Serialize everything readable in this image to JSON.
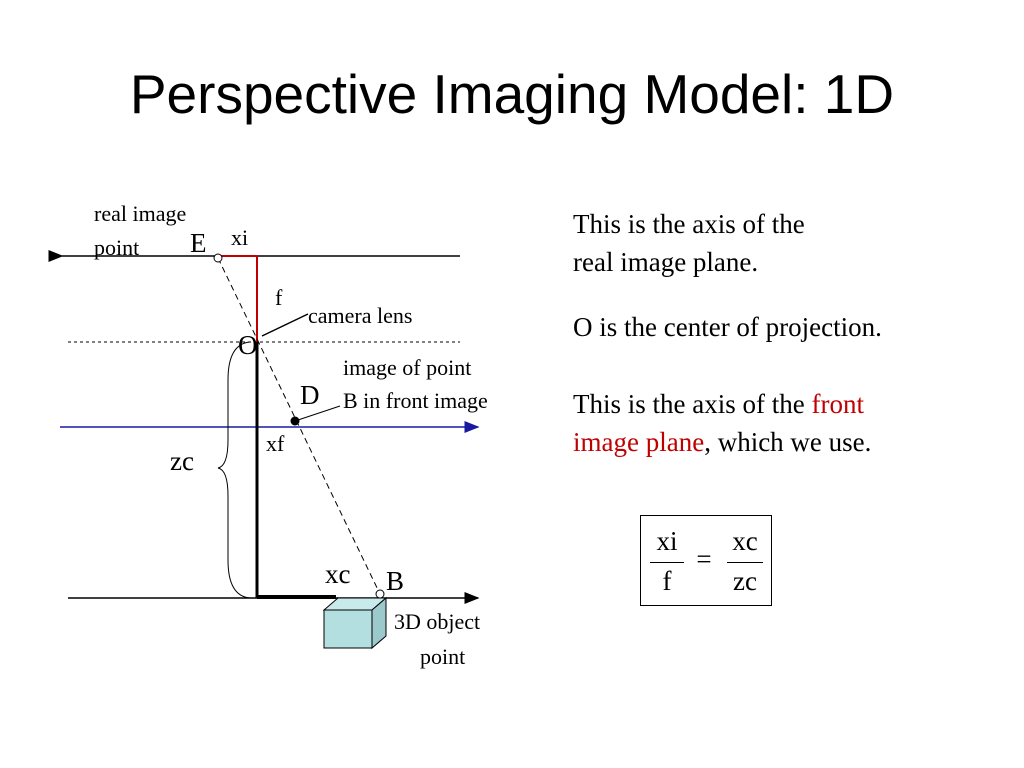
{
  "slide": {
    "title": "Perspective Imaging Model: 1D"
  },
  "diagram": {
    "labels": {
      "real_image_point_line1": "real image",
      "real_image_point_line2": "point",
      "E": "E",
      "xi": "xi",
      "f": "f",
      "camera_lens": "camera lens",
      "O": "O",
      "image_of_point_line1": "image of point",
      "image_of_point_line2": "B in front image",
      "D": "D",
      "xf": "xf",
      "zc": "zc",
      "xc": "xc",
      "B": "B",
      "object_point_line1": "3D object",
      "object_point_line2": "point"
    },
    "colors": {
      "real_plane_axis": "#000000",
      "front_plane_axis": "#1a1aa0",
      "real_image_segment": "#c00000",
      "object_cube_face": "#b4dfe0"
    }
  },
  "notes": {
    "real_axis_line1": "This is the axis of the",
    "real_axis_line2": "real image plane.",
    "center": "O is the center of projection.",
    "front_axis_part1": "This is the axis of the ",
    "front_axis_red1": "front",
    "front_axis_red2": "image plane",
    "front_axis_part2": ", which we use."
  },
  "equation": {
    "left_num": "xi",
    "left_den": "f",
    "equals": "=",
    "right_num": "xc",
    "right_den": "zc"
  }
}
